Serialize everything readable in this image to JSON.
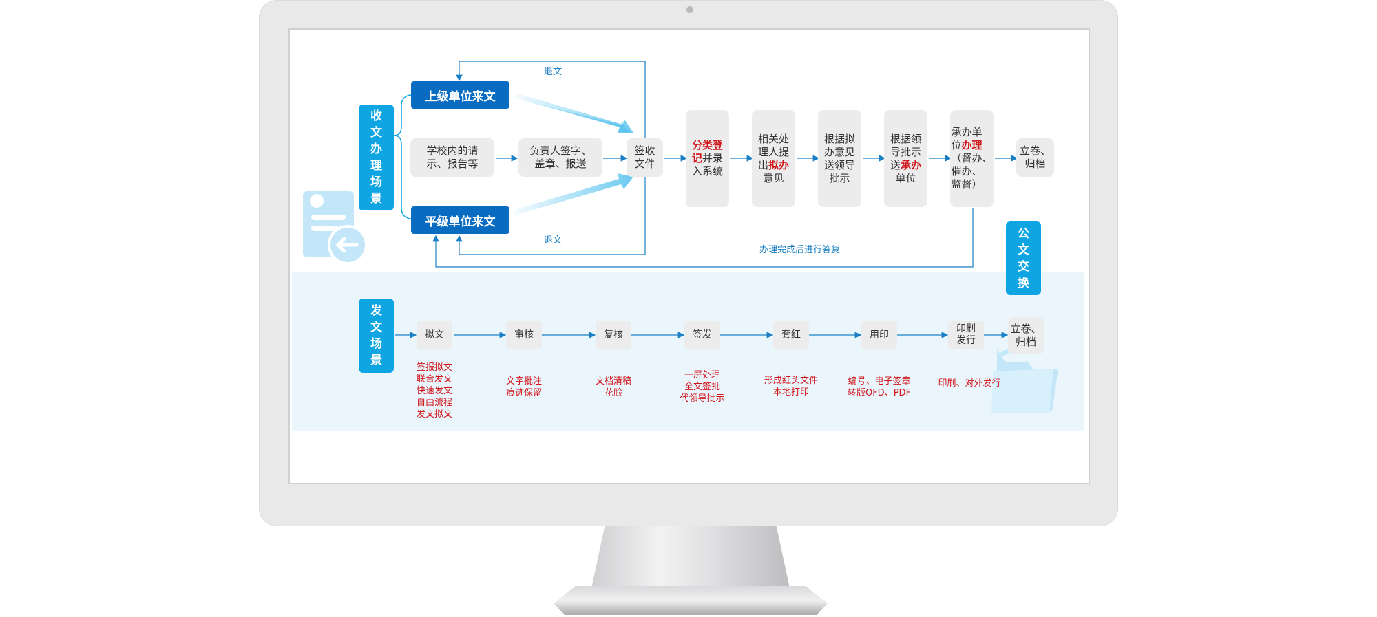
{
  "colors": {
    "accent": "#0ea5e2",
    "dark_blue": "#0a6cc1",
    "highlight_red": "#d0161b",
    "box_gray": "#ececec",
    "band_bg": "#eaf6fc",
    "line_blue": "#1a7fc4"
  },
  "incoming": {
    "scene_label": "收文办理场景",
    "upper_unit": "上级单位来文",
    "peer_unit": "平级单位来文",
    "school_request": "学校内的请\n示、报告等",
    "responsible_sign": "负责人签字、\n盖章、报送",
    "sign_receive": "签收\n文件",
    "return_top": "退文",
    "return_bottom": "退文",
    "step_classify": {
      "red": "分类登\n记",
      "rest": "并录\n入系统"
    },
    "step_draft": {
      "pre": "相关处\n理人提\n出",
      "red": "拟办",
      "post": "\n意见"
    },
    "step_leader": "根据拟\n办意见\n送领导\n批示",
    "step_undertake": {
      "pre": "根据领\n导批示\n送",
      "red": "承办",
      "post": "\n单位"
    },
    "step_handle": {
      "pre": "承办单\n位",
      "red": "办理",
      "post": "\n（督办、\n催办、\n监督）"
    },
    "archive": "立卷、\n归档",
    "reply_note": "办理完成后进行答复",
    "icon": "document-return-icon"
  },
  "exchange_label": "公文交换",
  "outgoing": {
    "scene_label": "发文场景",
    "steps": [
      {
        "label": "拟文",
        "caption": "签报拟文\n联合发文\n快速发文\n自由流程\n发文拟文"
      },
      {
        "label": "审核",
        "caption": "文字批注\n痕迹保留"
      },
      {
        "label": "复核",
        "caption": "文档清稿\n花脸"
      },
      {
        "label": "签发",
        "caption": "一屏处理\n全文签批\n代领导批示"
      },
      {
        "label": "套红",
        "caption": "形成红头文件\n本地打印"
      },
      {
        "label": "用印",
        "caption": "编号、电子签章\n转版OFD、PDF"
      },
      {
        "label": "印刷\n发行",
        "caption": "印刷、对外发行"
      }
    ],
    "archive": "立卷、\n归档",
    "icon": "folder-icon"
  }
}
